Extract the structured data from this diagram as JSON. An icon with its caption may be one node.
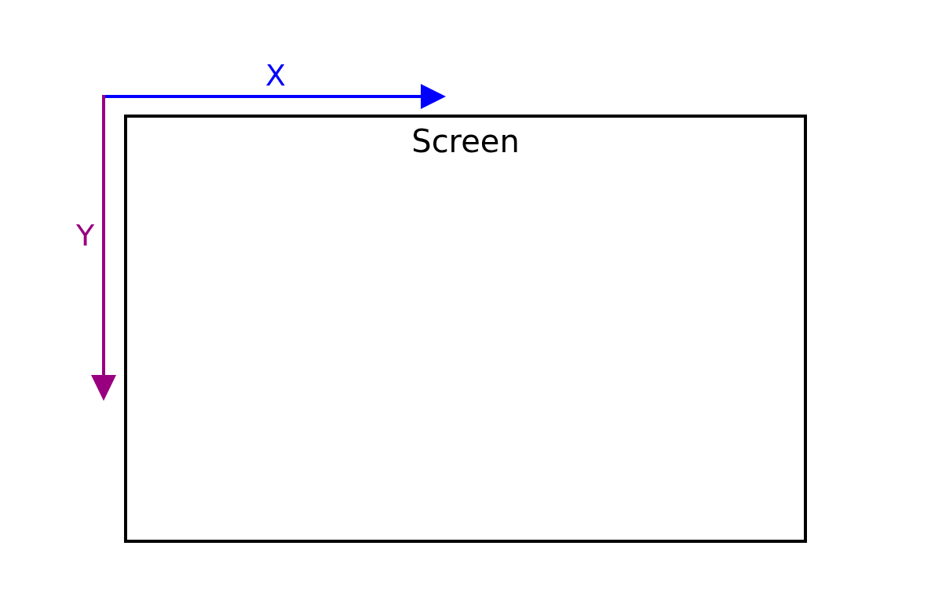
{
  "diagram": {
    "nodes": [
      {
        "text": [
          "Screen"
        ]
      }
    ],
    "labels": [
      "X",
      "Y"
    ]
  }
}
